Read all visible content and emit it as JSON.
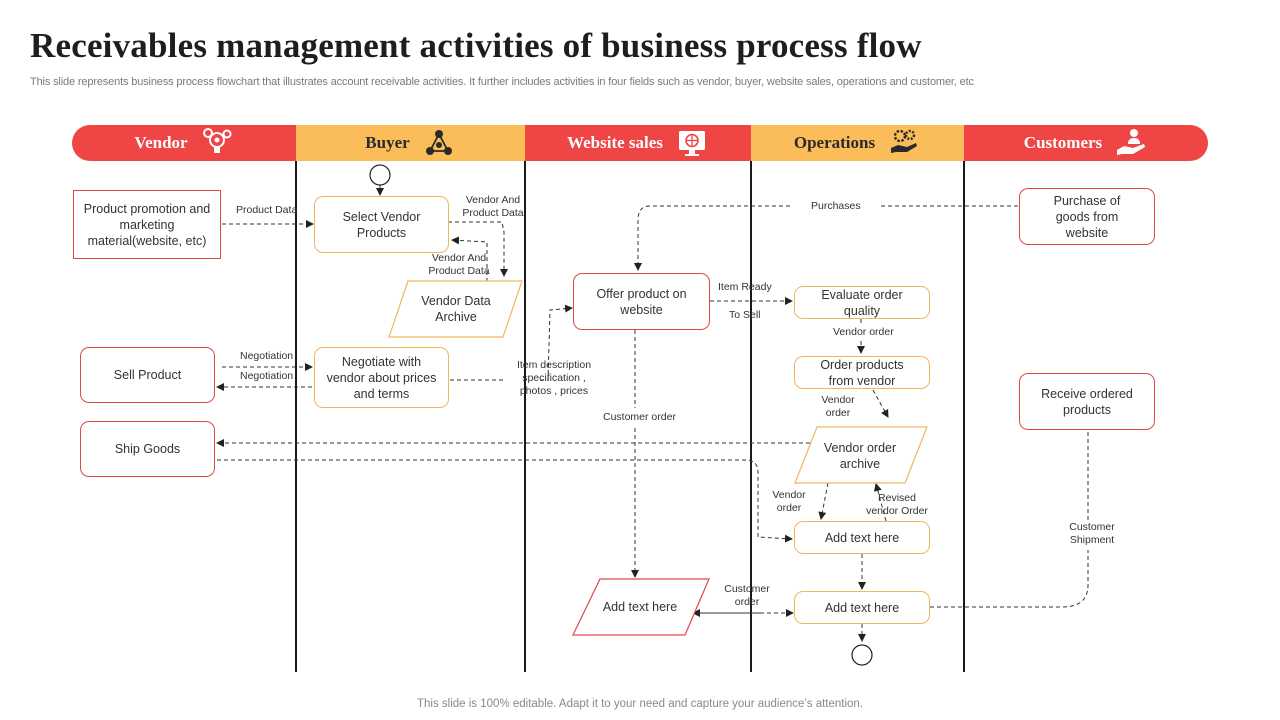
{
  "title": "Receivables management activities of business process flow",
  "subtitle": "This slide represents business process flowchart that illustrates account receivable activities. It further includes activities in four fields such as vendor, buyer,  website sales, operations and customer, etc",
  "footer": "This slide is 100% editable. Adapt it to your need and capture your audience’s attention.",
  "colors": {
    "red": "#ef4545",
    "yellow": "#fbbd5a",
    "red_border": "#e04848",
    "orange_border": "#f2b660"
  },
  "lanes": [
    {
      "label": "Vendor",
      "icon": "gears-lightbulb-icon"
    },
    {
      "label": "Buyer",
      "icon": "network-nodes-icon"
    },
    {
      "label": "Website sales",
      "icon": "monitor-globe-icon"
    },
    {
      "label": "Operations",
      "icon": "hand-gears-icon"
    },
    {
      "label": "Customers",
      "icon": "hand-person-icon"
    }
  ],
  "nodes": {
    "product_promotion": "Product promotion and marketing material(website,  etc)",
    "select_vendor": "Select Vendor Products",
    "vendor_data_archive": "Vendor Data Archive",
    "negotiate": "Negotiate with vendor about prices and terms",
    "sell_product": "Sell Product",
    "ship_goods": "Ship Goods",
    "offer_product": "Offer product on website",
    "add_text_web": "Add text here",
    "evaluate_quality": "Evaluate order quality",
    "order_products": "Order products from vendor",
    "vendor_order_archive": "Vendor order archive",
    "add_text_ops_1": "Add text here",
    "add_text_ops_2": "Add text here",
    "purchase_goods": "Purchase of goods from website",
    "receive_products": "Receive ordered products"
  },
  "edge_labels": {
    "product_data": "Product Data",
    "vendor_product_data_1": "Vendor And Product Data",
    "vendor_product_data_2": "Vendor And Product Data",
    "negotiation_1": "Negotiation",
    "negotiation_2": "Negotiation",
    "item_description": "Item description specification , photos , prices",
    "purchases": "Purchases",
    "item_ready": "Item  Ready",
    "to_sell": "To Sell",
    "vendor_order_1": "Vendor order",
    "vendor_order_2": "Vendor order",
    "vendor_order_3": "Vendor order",
    "revised_vendor_order": "Revised vendor Order",
    "customer_order_1": "Customer order",
    "customer_order_2": "Customer order",
    "customer_shipment": "Customer Shipment"
  }
}
